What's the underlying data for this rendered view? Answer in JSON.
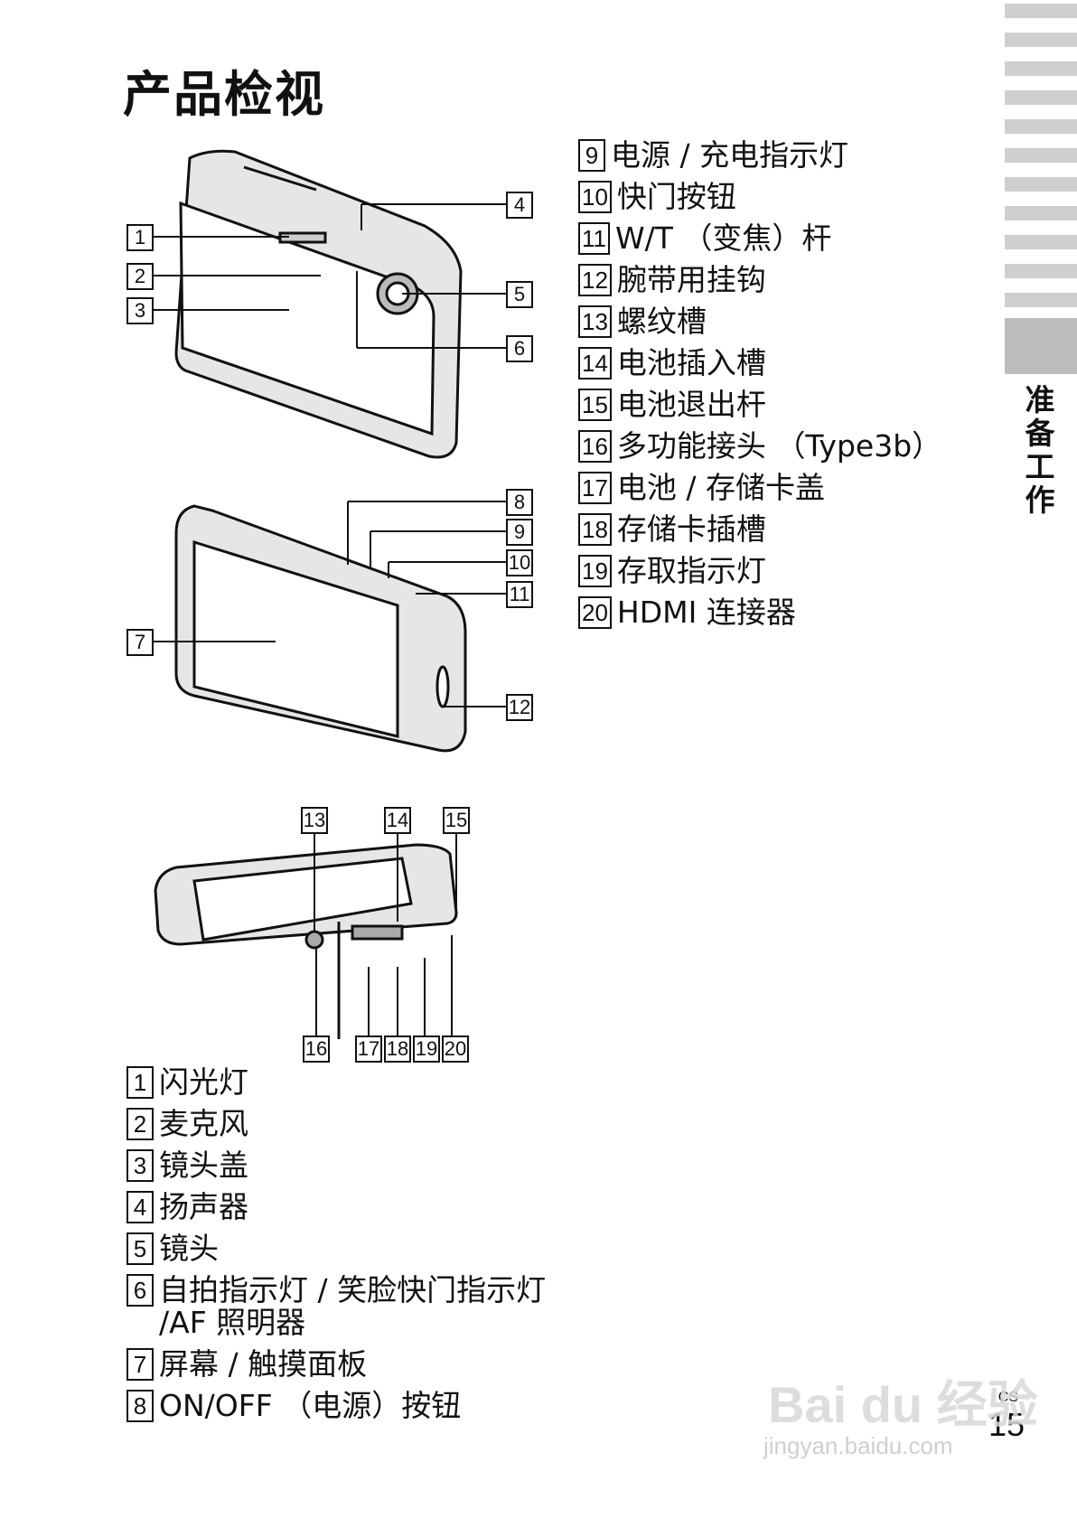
{
  "page": {
    "title": "产品检视",
    "section_tab": "准备工作",
    "page_number": "15",
    "region_code": "CS"
  },
  "callouts": [
    "1",
    "2",
    "3",
    "4",
    "5",
    "6",
    "7",
    "8",
    "9",
    "10",
    "11",
    "12",
    "13",
    "14",
    "15",
    "16",
    "17",
    "18",
    "19",
    "20"
  ],
  "legend_left": [
    {
      "num": "1",
      "label": "闪光灯"
    },
    {
      "num": "2",
      "label": "麦克风"
    },
    {
      "num": "3",
      "label": "镜头盖"
    },
    {
      "num": "4",
      "label": "扬声器"
    },
    {
      "num": "5",
      "label": "镜头"
    },
    {
      "num": "6",
      "label": "自拍指示灯 / 笑脸快门指示灯 /AF 照明器"
    },
    {
      "num": "7",
      "label": "屏幕 / 触摸面板"
    },
    {
      "num": "8",
      "label": "ON/OFF （电源）按钮"
    }
  ],
  "legend_right": [
    {
      "num": "9",
      "label": "电源 / 充电指示灯"
    },
    {
      "num": "10",
      "label": "快门按钮"
    },
    {
      "num": "11",
      "label": "W/T （变焦）杆"
    },
    {
      "num": "12",
      "label": "腕带用挂钩"
    },
    {
      "num": "13",
      "label": "螺纹槽"
    },
    {
      "num": "14",
      "label": "电池插入槽"
    },
    {
      "num": "15",
      "label": "电池退出杆"
    },
    {
      "num": "16",
      "label": "多功能接头 （Type3b）"
    },
    {
      "num": "17",
      "label": "电池 / 存储卡盖"
    },
    {
      "num": "18",
      "label": "存储卡插槽"
    },
    {
      "num": "19",
      "label": "存取指示灯"
    },
    {
      "num": "20",
      "label": "HDMI 连接器"
    }
  ],
  "watermark": {
    "brand": "Bai du 经验",
    "url": "jingyan.baidu.com"
  }
}
